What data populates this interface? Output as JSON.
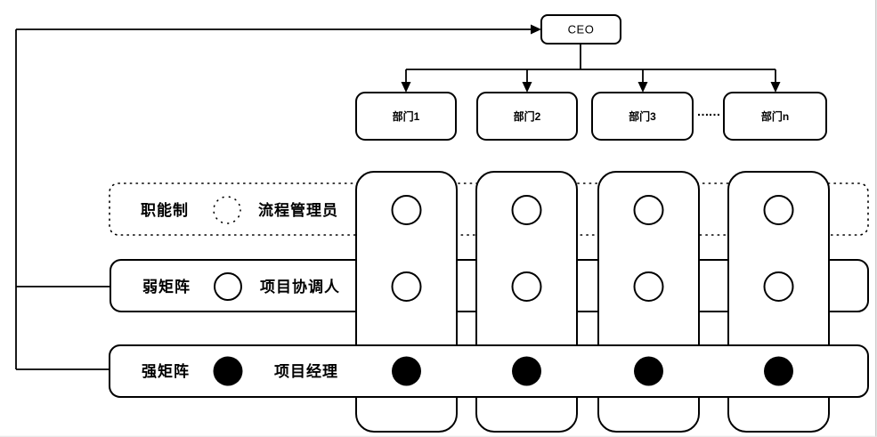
{
  "ceo": {
    "label": "CEO"
  },
  "departments": [
    {
      "label": "部门1"
    },
    {
      "label": "部门2"
    },
    {
      "label": "部门3"
    },
    {
      "label": "部门n"
    }
  ],
  "ellipsis": "……",
  "rows": {
    "functional": {
      "label": "职能制",
      "role": "流程管理员",
      "marker": "dotted-circle"
    },
    "weak_matrix": {
      "label": "弱矩阵",
      "role": "项目协调人",
      "marker": "open-circle"
    },
    "strong_matrix": {
      "label": "强矩阵",
      "role": "项目经理",
      "marker": "filled-circle"
    }
  },
  "colors": {
    "stroke": "#000000",
    "background": "#ffffff",
    "panel_edge": "#c9c9c9"
  }
}
